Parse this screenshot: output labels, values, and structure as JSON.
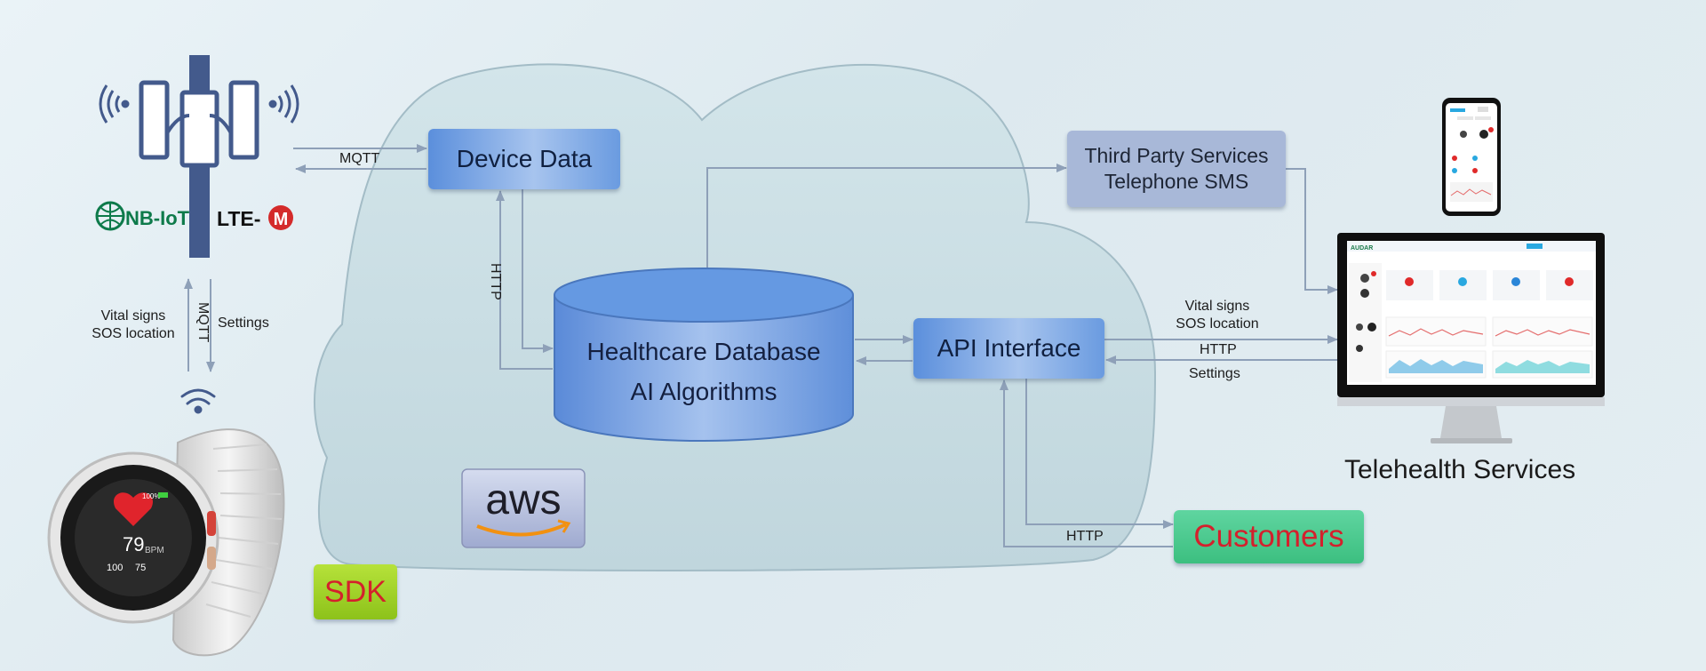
{
  "nodes": {
    "device_data": "Device Data",
    "database_line1": "Healthcare Database",
    "database_line2": "AI Algorithms",
    "api_interface": "API Interface",
    "third_party_line1": "Third Party Services",
    "third_party_line2": "Telephone SMS",
    "customers": "Customers",
    "sdk": "SDK",
    "aws_logo": "aws",
    "telehealth": "Telehealth Services"
  },
  "tower": {
    "nbiot_logo": "NB-IoT",
    "ltem_logo": "LTE-M"
  },
  "edges": {
    "mqtt_tower_device": "MQTT",
    "http_device_db": "HTTP",
    "mqtt_vertical": "MQTT",
    "vital_signs": "Vital signs",
    "sos_location": "SOS location",
    "settings_left": "Settings",
    "vital_signs_right": "Vital signs",
    "sos_location_right": "SOS location",
    "http_right": "HTTP",
    "settings_right": "Settings",
    "http_customers": "HTTP"
  },
  "watch": {
    "bpm_value": "79",
    "bpm_unit": "BPM",
    "stat1": "100",
    "stat2": "75",
    "battery": "100%"
  },
  "colors": {
    "arrow": "#8ea0b8",
    "cloud_fill": "#c9dde3",
    "tower_blue": "#435a8c",
    "nbiot_green": "#0d7a4a",
    "ltem_red": "#d42a2a",
    "aws_orange": "#f29111"
  }
}
